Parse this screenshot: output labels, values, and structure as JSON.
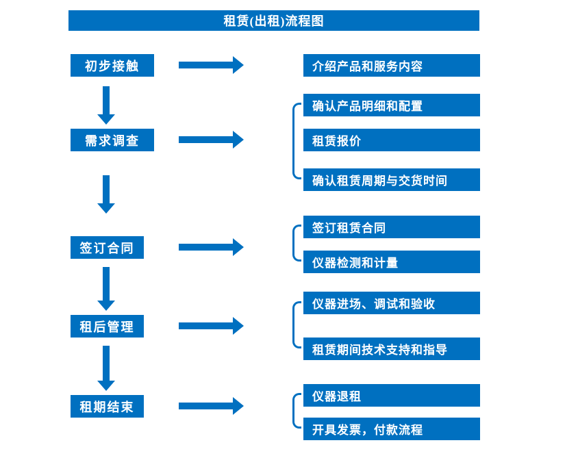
{
  "title": "租赁(出租)流程图",
  "colors": {
    "primary": "#0070C0",
    "text": "#FFFFFF",
    "background": "#FFFFFF"
  },
  "stages": [
    {
      "label": "初步接触",
      "children": [
        "介绍产品和服务内容"
      ]
    },
    {
      "label": "需求调查",
      "children": [
        "确认产品明细和配置",
        "租赁报价",
        "确认租赁周期与交货时间"
      ]
    },
    {
      "label": "签订合同",
      "children": [
        "签订租赁合同",
        "仪器检测和计量"
      ]
    },
    {
      "label": "租后管理",
      "children": [
        "仪器进场、调试和验收",
        "租赁期间技术支持和指导"
      ]
    },
    {
      "label": "租期结束",
      "children": [
        "仪器退租",
        "开具发票，付款流程"
      ]
    }
  ]
}
